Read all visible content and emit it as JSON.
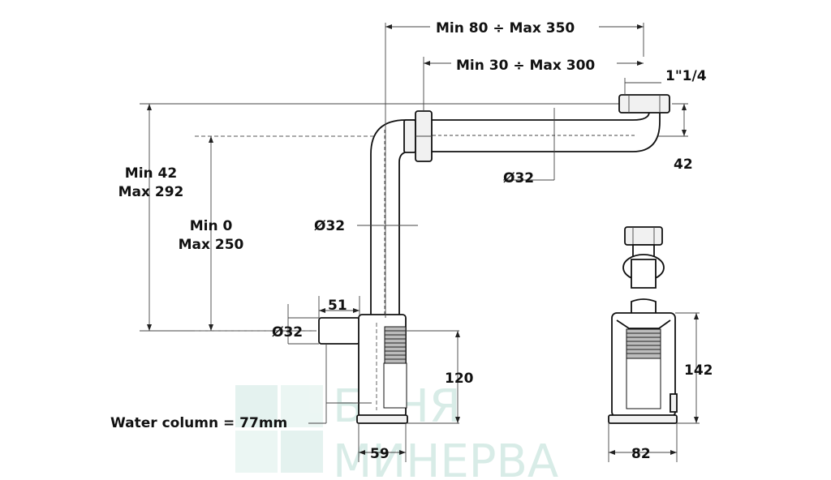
{
  "labels": {
    "top_overall": "Min 80 ÷  Max 350",
    "top_adjust": "Min 30 ÷  Max 300",
    "thread": "1\"1/4",
    "right_offset": "42",
    "pipe_h": "Ø32",
    "pipe_v": "Ø32",
    "left_outer": "Min 42\nMax 292",
    "left_inner": "Min 0\nMax 250",
    "outlet_len": "51",
    "outlet_dia": "Ø32",
    "body_height": "120",
    "water_column": "Water column = 77mm",
    "body_width": "59",
    "side_height": "142",
    "side_width": "82"
  },
  "watermark": {
    "line1": "БАНЯ",
    "line2": "МИНЕРВА"
  },
  "colors": {
    "watermark": "#d8ece7",
    "ink": "#111111"
  }
}
